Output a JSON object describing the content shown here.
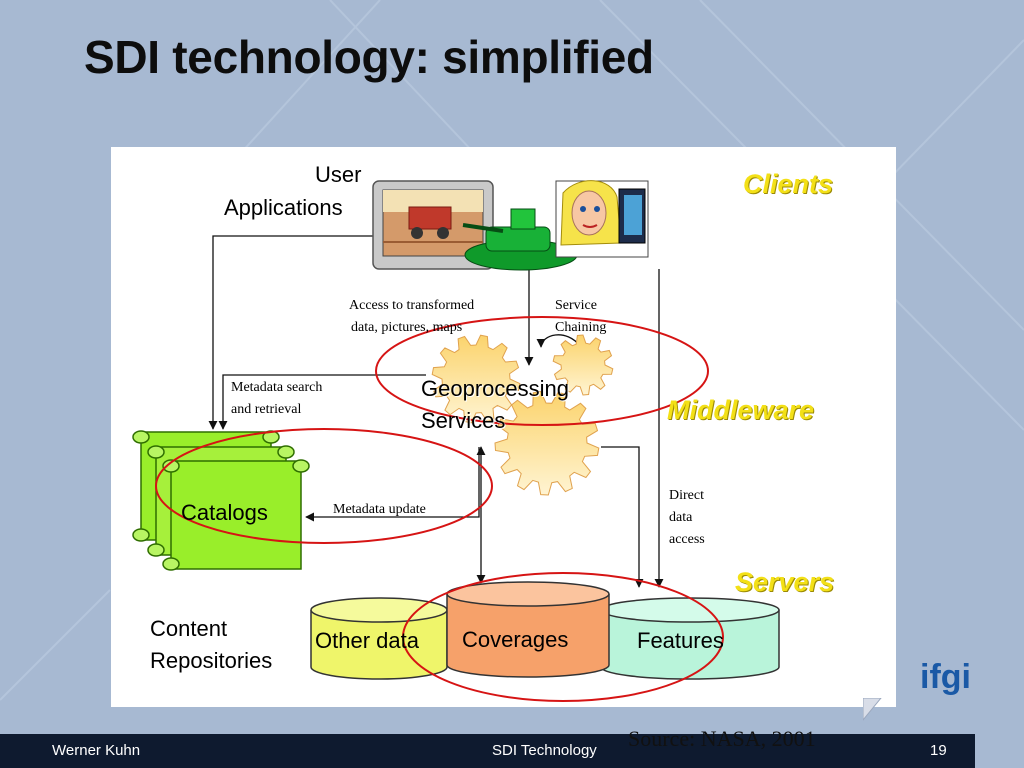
{
  "slide": {
    "title": "SDI technology: simplified"
  },
  "diagram": {
    "tiers": {
      "clients": "Clients",
      "middleware": "Middleware",
      "servers": "Servers"
    },
    "user_applications": [
      "User",
      "Applications"
    ],
    "geoprocessing": [
      "Geoprocessing",
      "Services"
    ],
    "catalogs": "Catalogs",
    "content_repositories": [
      "Content",
      "Repositories"
    ],
    "databases": {
      "other_data": "Other data",
      "coverages": "Coverages",
      "features": "Features"
    },
    "annotations": {
      "access_transformed": [
        "Access to transformed",
        "data, pictures, maps"
      ],
      "service_chaining": [
        "Service",
        "Chaining"
      ],
      "metadata_search": [
        "Metadata search",
        "and retrieval"
      ],
      "metadata_update": "Metadata update",
      "direct_access": [
        "Direct",
        "data",
        "access"
      ]
    },
    "colors": {
      "catalog_green": "#99ee2a",
      "coverage_orange": "#f6a16a",
      "features_teal": "#b9f4da",
      "otherdata_yellow": "#eff56a",
      "gear_yellow": "#fde7a9",
      "tier_yellow": "#f3e017",
      "highlight_red": "#d61414"
    }
  },
  "source": "Source: NASA, 2001",
  "footer": {
    "author": "Werner Kuhn",
    "topic": "SDI Technology",
    "page": "19"
  },
  "logo": "ifgi"
}
